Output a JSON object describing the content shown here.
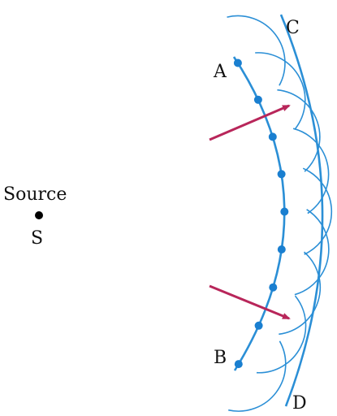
{
  "labels": {
    "source": "Source",
    "source_point": "S",
    "point_a": "A",
    "point_b": "B",
    "point_c": "C",
    "point_d": "D"
  },
  "colors": {
    "wavefront": "#2b8fd6",
    "wavelet": "#2b8fd6",
    "point": "#1a7fd0",
    "arrow": "#b8265a",
    "source_dot": "#000000",
    "text": "#111111"
  },
  "diagram": {
    "primary_wavefront": "A-B",
    "new_wavefront": "C-D",
    "secondary_point_count": 9,
    "ray_count": 2
  }
}
